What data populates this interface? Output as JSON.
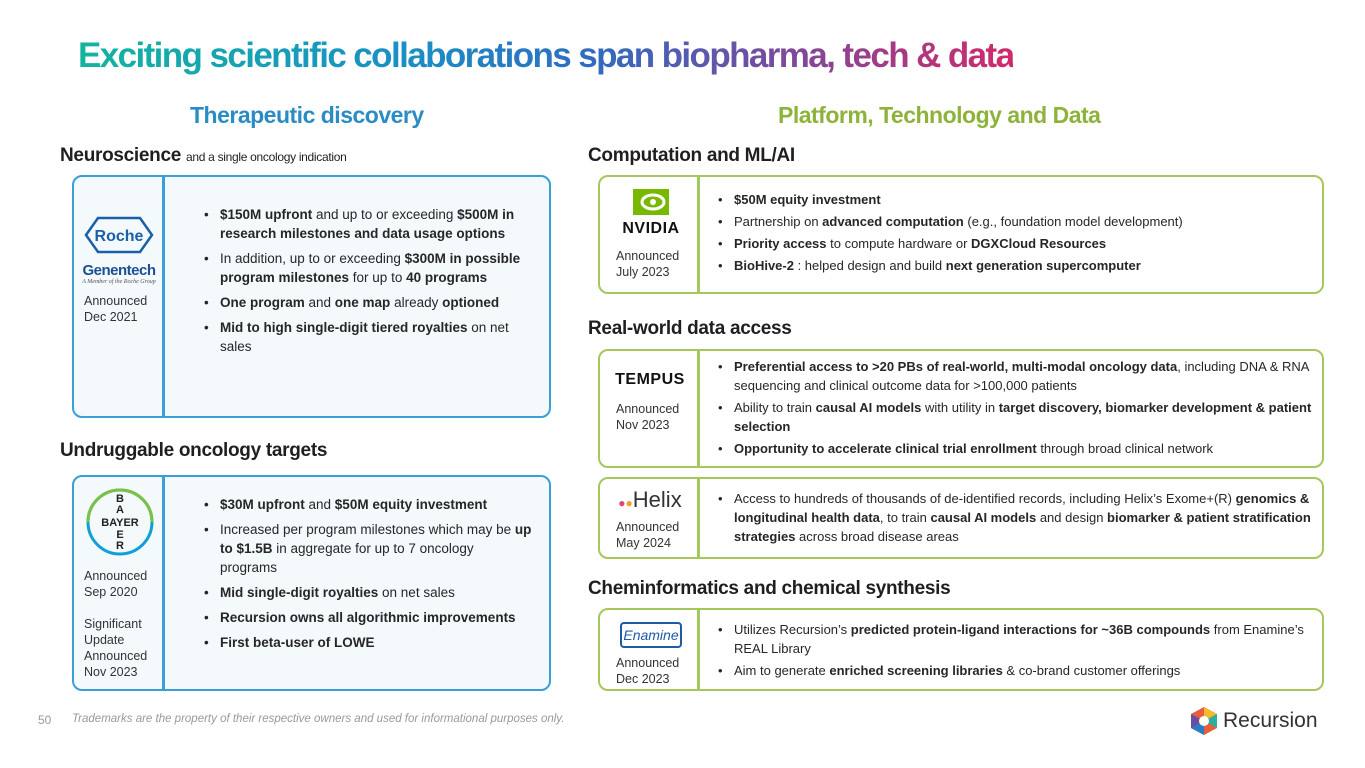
{
  "title": "Exciting scientific collaborations span biopharma, tech & data",
  "left_heading": "Therapeutic discovery",
  "right_heading": "Platform, Technology and Data",
  "colors": {
    "blue": "#3a9fd6",
    "green": "#a5c75c",
    "left_heading": "#2a8cc4",
    "right_heading": "#8db33a"
  },
  "neuro": {
    "heading": "Neuroscience",
    "sub": "and a single oncology indication",
    "logo1": "Roche",
    "logo2": "Genentech",
    "logo3": "A Member of the Roche Group",
    "announced": "Announced\nDec 2021",
    "bullets": [
      [
        {
          "t": "$150M upfront",
          "b": 1
        },
        {
          "t": " and up to or exceeding "
        },
        {
          "t": "$500M in research milestones and data usage options",
          "b": 1
        }
      ],
      [
        {
          "t": "In addition, up to or exceeding "
        },
        {
          "t": "$300M in possible program milestones",
          "b": 1
        },
        {
          "t": " for up to "
        },
        {
          "t": "40 programs",
          "b": 1
        }
      ],
      [
        {
          "t": "One program",
          "b": 1
        },
        {
          "t": " and "
        },
        {
          "t": "one map",
          "b": 1
        },
        {
          "t": " already "
        },
        {
          "t": "optioned",
          "b": 1
        }
      ],
      [
        {
          "t": "Mid to high single-digit tiered royalties",
          "b": 1
        },
        {
          "t": " on net sales"
        }
      ]
    ]
  },
  "onc": {
    "heading": "Undruggable oncology targets",
    "logo": "BAYER",
    "announced": "Announced\nSep 2020\n\nSignificant\nUpdate\nAnnounced\nNov 2023",
    "bullets": [
      [
        {
          "t": "$30M upfront",
          "b": 1
        },
        {
          "t": " and "
        },
        {
          "t": "$50M equity investment",
          "b": 1
        }
      ],
      [
        {
          "t": "Increased per program milestones which may be "
        },
        {
          "t": "up to $1.5B",
          "b": 1
        },
        {
          "t": " in aggregate for up to 7 oncology programs"
        }
      ],
      [
        {
          "t": "Mid single-digit royalties",
          "b": 1
        },
        {
          "t": " on net sales"
        }
      ],
      [
        {
          "t": "Recursion owns all algorithmic improvements",
          "b": 1
        }
      ],
      [
        {
          "t": "First beta-user of LOWE",
          "b": 1
        }
      ]
    ]
  },
  "comp": {
    "heading": "Computation and ML/AI",
    "logo": "NVIDIA",
    "announced": "Announced\nJuly 2023",
    "bullets": [
      [
        {
          "t": "$50M equity investment",
          "b": 1
        }
      ],
      [
        {
          "t": "Partnership on "
        },
        {
          "t": "advanced computation",
          "b": 1
        },
        {
          "t": " (e.g., foundation model development)"
        }
      ],
      [
        {
          "t": "Priority access",
          "b": 1
        },
        {
          "t": " to compute hardware or "
        },
        {
          "t": "DGXCloud Resources",
          "b": 1
        }
      ],
      [
        {
          "t": "BioHive-2",
          "b": 1
        },
        {
          "t": " : helped design and build "
        },
        {
          "t": "next generation supercomputer",
          "b": 1
        }
      ]
    ]
  },
  "rwd": {
    "heading": "Real-world data access"
  },
  "tempus": {
    "logo": "TEMPUS",
    "announced": "Announced\nNov 2023",
    "bullets": [
      [
        {
          "t": "Preferential access to >20 PBs of real-world, multi-modal oncology data",
          "b": 1
        },
        {
          "t": ", including DNA & RNA sequencing and clinical outcome data for >100,000 patients"
        }
      ],
      [
        {
          "t": "Ability to train "
        },
        {
          "t": "causal AI models",
          "b": 1
        },
        {
          "t": " with utility in "
        },
        {
          "t": "target discovery, biomarker development & patient selection",
          "b": 1
        }
      ],
      [
        {
          "t": "Opportunity to accelerate clinical trial enrollment",
          "b": 1
        },
        {
          "t": " through broad clinical network"
        }
      ]
    ]
  },
  "helix": {
    "logo": "Helix",
    "announced": "Announced\nMay 2024",
    "bullets": [
      [
        {
          "t": "Access to hundreds of thousands of de-identified records, including Helix’s Exome+(R) "
        },
        {
          "t": "genomics & longitudinal health data",
          "b": 1
        },
        {
          "t": ", to train "
        },
        {
          "t": "causal AI models",
          "b": 1
        },
        {
          "t": " and design "
        },
        {
          "t": "biomarker & patient stratification strategies",
          "b": 1
        },
        {
          "t": " across broad disease areas"
        }
      ]
    ]
  },
  "chem": {
    "heading": "Cheminformatics and chemical synthesis"
  },
  "enamine": {
    "logo": "Enamine",
    "announced": "Announced\nDec 2023",
    "bullets": [
      [
        {
          "t": "Utilizes Recursion’s "
        },
        {
          "t": "predicted protein-ligand interactions for ~36B compounds",
          "b": 1
        },
        {
          "t": " from Enamine’s REAL Library"
        }
      ],
      [
        {
          "t": "Aim to generate "
        },
        {
          "t": "enriched screening libraries",
          "b": 1
        },
        {
          "t": " & co-brand customer offerings"
        }
      ]
    ]
  },
  "footer": {
    "page": "50",
    "note": "Trademarks are the property of their respective owners and used for informational purposes only.",
    "brand": "Recursion"
  }
}
